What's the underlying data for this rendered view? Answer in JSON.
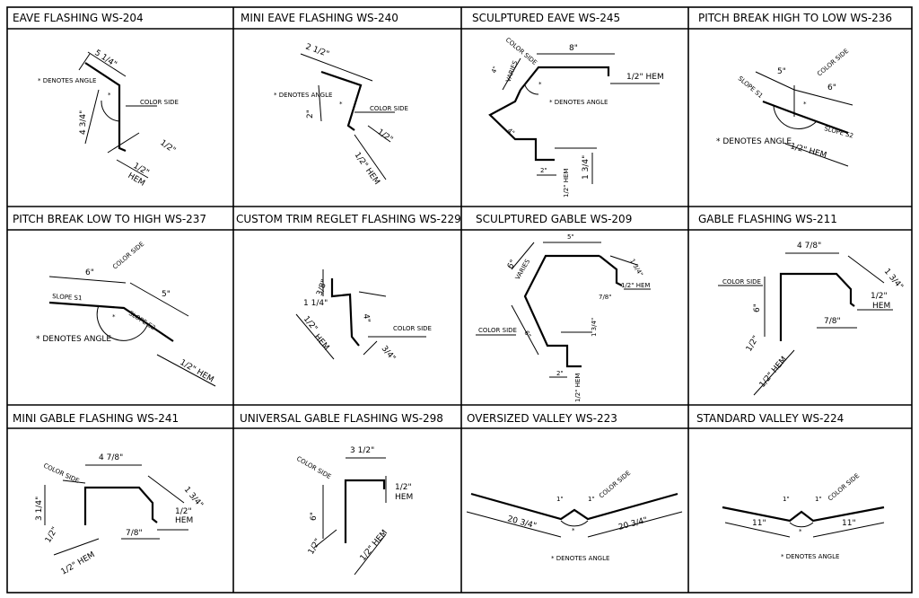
{
  "panels": [
    {
      "title": "EAVE FLASHING WS-204",
      "labels": {
        "top": "5 1/4\"",
        "side": "4 3/4\"",
        "hem": "1/2\"",
        "hem2": "1/2\"",
        "hem2b": "HEM",
        "angle": "* DENOTES ANGLE",
        "color": "COLOR SIDE"
      }
    },
    {
      "title": "MINI EAVE FLASHING WS-240",
      "labels": {
        "top": "2 1/2\"",
        "side": "2\"",
        "hem": "1/2\"",
        "hem2": "1/2\" HEM",
        "angle": "* DENOTES ANGLE",
        "color": "COLOR SIDE"
      }
    },
    {
      "title": "SCULPTURED EAVE WS-245",
      "labels": {
        "top": "8\"",
        "hem": "1/2\" HEM",
        "varies": "4\"",
        "varies2": "VARIES",
        "angle": "* DENOTES ANGLE",
        "mid": "4\"",
        "bot": "2\"",
        "drop": "1 3/4\"",
        "hem2": "1/2\" HEM",
        "color": "COLOR SIDE"
      }
    },
    {
      "title": "PITCH BREAK HIGH TO LOW WS-236",
      "labels": {
        "a": "5\"",
        "b": "6\"",
        "s1": "SLOPE S1",
        "s2": "SLOPE S2",
        "angle": "* DENOTES ANGLE",
        "hem": "1/2\" HEM",
        "color": "COLOR SIDE"
      }
    },
    {
      "title": "PITCH BREAK LOW TO HIGH WS-237",
      "labels": {
        "a": "6\"",
        "b": "5\"",
        "s1": "SLOPE S1",
        "s2": "SLOPE S2",
        "angle": "* DENOTES ANGLE",
        "hem": "1/2\" HEM",
        "color": "COLOR SIDE"
      }
    },
    {
      "title": "CUSTOM TRIM REGLET FLASHING WS-229",
      "labels": {
        "a": "3/8\"",
        "b": "1 1/4\"",
        "c": "4\"",
        "hem": "1/2\"",
        "hem2": "HEM",
        "d": "3/4\"",
        "color": "COLOR SIDE"
      }
    },
    {
      "title": "SCULPTURED GABLE  WS-209",
      "labels": {
        "top": "5\"",
        "v": "6\"",
        "v2": "VARIES",
        "r": "1 3/4\"",
        "hem": "1/2\" HEM",
        "in": "7/8\"",
        "mid": "6\"",
        "drop": "1 3/4\"",
        "bot": "2\"",
        "hem2": "1/2\" HEM",
        "color": "COLOR SIDE"
      }
    },
    {
      "title": "GABLE FLASHING WS-211",
      "labels": {
        "top": "4 7/8\"",
        "r": "1 3/4\"",
        "hem": "1/2\"",
        "hem2": "HEM",
        "in": "7/8\"",
        "side": "6\"",
        "bot": "1/2\"",
        "bothem": "1/2\" HEM",
        "color": "COLOR SIDE"
      }
    },
    {
      "title": "MINI GABLE FLASHING WS-241",
      "labels": {
        "top": "4 7/8\"",
        "r": "1 3/4\"",
        "hem": "1/2\"",
        "hem2": "HEM",
        "in": "7/8\"",
        "side": "3 1/4\"",
        "bot": "1/2\"",
        "bothem": "1/2\" HEM",
        "color": "COLOR SIDE"
      }
    },
    {
      "title": "UNIVERSAL GABLE FLASHING WS-298",
      "labels": {
        "top": "3 1/2\"",
        "hem": "1/2\"",
        "hem2": "HEM",
        "side": "6\"",
        "bot": "1/2\"",
        "bothem": "1/2\" HEM",
        "color": "COLOR SIDE"
      }
    },
    {
      "title": "OVERSIZED VALLEY WS-223",
      "labels": {
        "l": "20 3/4\"",
        "r": "20 3/4\"",
        "angle": "* DENOTES ANGLE",
        "color": "COLOR SIDE",
        "t1": "1\"",
        "t2": "1\""
      }
    },
    {
      "title": "STANDARD VALLEY WS-224",
      "labels": {
        "l": "11\"",
        "r": "11\"",
        "angle": "* DENOTES ANGLE",
        "color": "COLOR SIDE",
        "t1": "1\"",
        "t2": "1\""
      }
    }
  ]
}
